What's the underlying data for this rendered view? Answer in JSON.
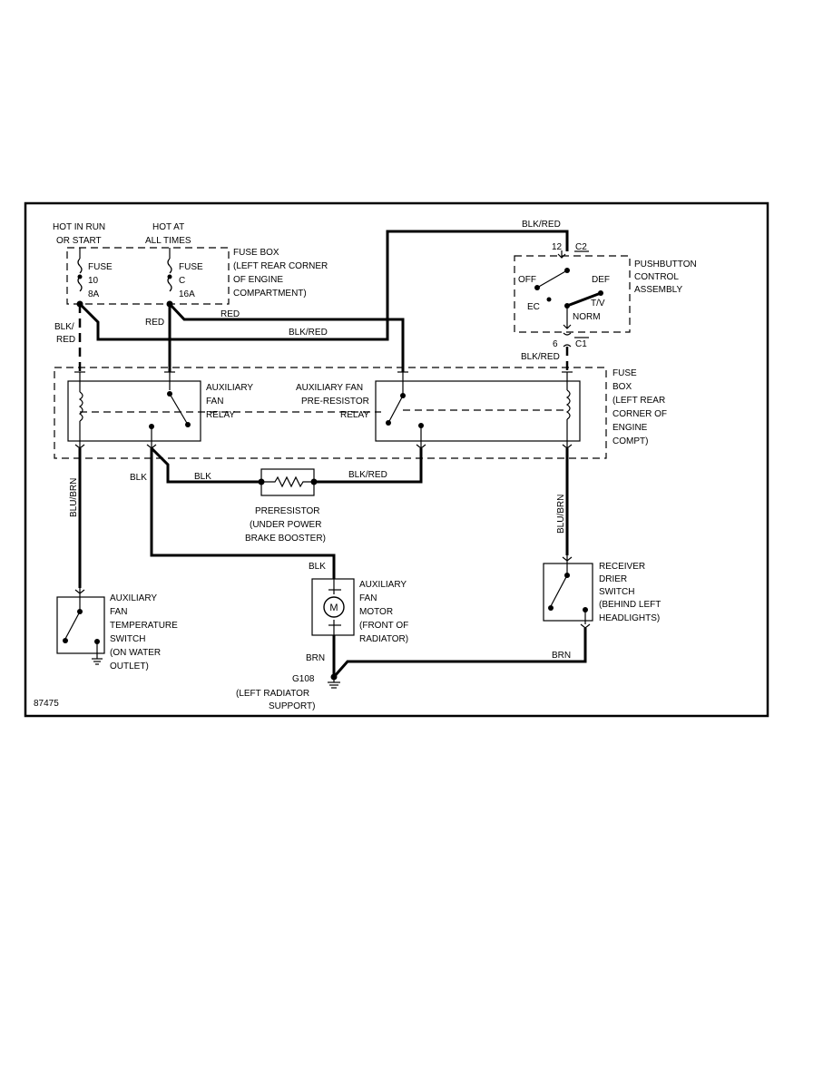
{
  "diagram_id": "87475",
  "power": {
    "hot_run_line1": "HOT IN RUN",
    "hot_run_line2": "OR START",
    "hot_all_line1": "HOT AT",
    "hot_all_line2": "ALL TIMES"
  },
  "fuses": {
    "fuse10": [
      "FUSE",
      "10",
      "8A"
    ],
    "fusec": [
      "FUSE",
      "C",
      "16A"
    ]
  },
  "fuse_box_top": [
    "FUSE BOX",
    "(LEFT REAR CORNER",
    "OF ENGINE",
    "COMPARTMENT)"
  ],
  "fuse_box_right": [
    "FUSE",
    "BOX",
    "(LEFT REAR",
    "CORNER OF",
    "ENGINE",
    "COMPT)"
  ],
  "pushbutton": {
    "label": [
      "PUSHBUTTON",
      "CONTROL",
      "ASSEMBLY"
    ],
    "off": "OFF",
    "def": "DEF",
    "ec": "EC",
    "tv": "T/V",
    "norm": "NORM",
    "pin_top": "12",
    "conn_top": "C2",
    "pin_bottom": "6",
    "conn_bottom": "C1"
  },
  "relays": {
    "aux_fan_relay": [
      "AUXILIARY",
      "FAN",
      "RELAY"
    ],
    "pre_resistor_relay": [
      "AUXILIARY FAN",
      "PRE-RESISTOR",
      "RELAY"
    ]
  },
  "wires": {
    "blk_red_top": "BLK/RED",
    "blk_red_mid": "BLK/RED",
    "blk_red_c1": "BLK/RED",
    "blk_red_left_1": "BLK/",
    "blk_red_left_2": "RED",
    "red_1": "RED",
    "red_2": "RED",
    "blu_brn_left": "BLU/BRN",
    "blu_brn_right": "BLU/BRN",
    "blk_1": "BLK",
    "blk_2": "BLK",
    "blk_red_preres": "BLK/RED",
    "blk_motor": "BLK",
    "brn_motor": "BRN",
    "brn_right": "BRN"
  },
  "preresistor": [
    "PRERESISTOR",
    "(UNDER POWER",
    "BRAKE BOOSTER)"
  ],
  "motor": {
    "symbol": "M",
    "label": [
      "AUXILIARY",
      "FAN",
      "MOTOR",
      "(FRONT OF",
      "RADIATOR)"
    ]
  },
  "temp_switch": [
    "AUXILIARY",
    "FAN",
    "TEMPERATURE",
    "SWITCH",
    "(ON WATER",
    "OUTLET)"
  ],
  "receiver_switch": [
    "RECEIVER",
    "DRIER",
    "SWITCH",
    "(BEHIND LEFT",
    "HEADLIGHTS)"
  ],
  "ground": {
    "id": "G108",
    "loc1": "(LEFT RADIATOR",
    "loc2": "SUPPORT)"
  }
}
